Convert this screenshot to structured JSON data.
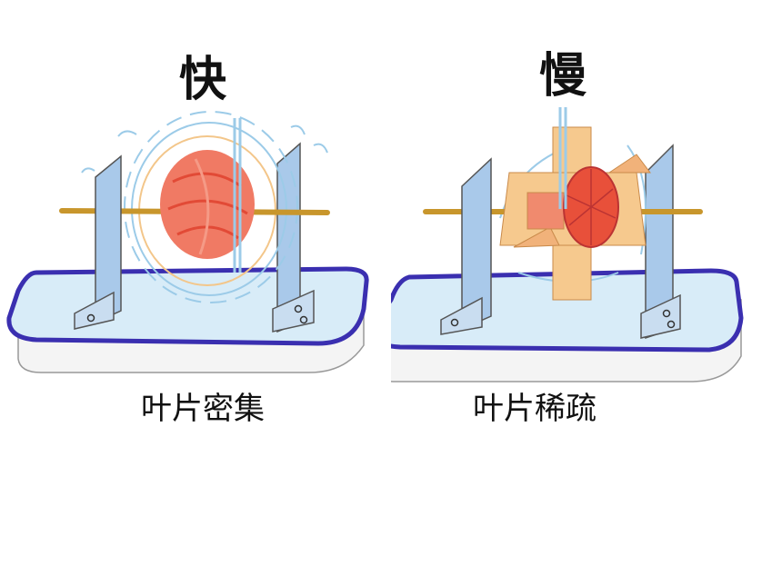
{
  "left": {
    "speed_label": "快",
    "caption": "叶片密集"
  },
  "right": {
    "speed_label": "慢",
    "caption": "叶片稀疏"
  },
  "colors": {
    "tray_rim": "#3a2fb0",
    "water": "#d8ecf8",
    "stand": "#a9c9ea",
    "axle": "#c8962c",
    "dense_wheel": "#f07a64",
    "sparse_blade": "#f6c98e",
    "sparse_hub": "#e8503a",
    "splash": "#9ccbe8"
  }
}
